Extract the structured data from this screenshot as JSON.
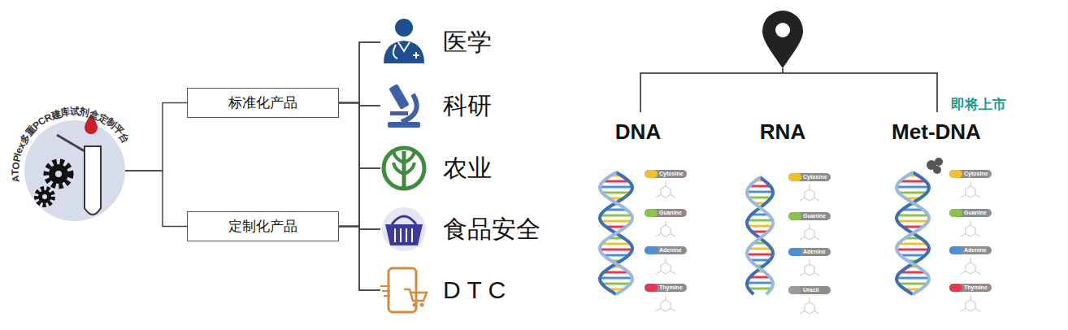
{
  "diagram": {
    "nodes": [
      {
        "text": [
          "ATOPlex多重PCR建库试剂盒定制平台"
        ]
      },
      {
        "text": [
          "标准化产品"
        ]
      },
      {
        "text": [
          "定制化产品"
        ]
      },
      {
        "text": [
          "医学"
        ]
      },
      {
        "text": [
          "科研"
        ]
      },
      {
        "text": [
          "农业"
        ]
      },
      {
        "text": [
          "食品安全"
        ]
      },
      {
        "text": [
          "D T C"
        ]
      }
    ],
    "edges": [
      {
        "from": 0,
        "to": 1,
        "arrow": "none"
      },
      {
        "from": 0,
        "to": 2,
        "arrow": "none"
      },
      {
        "from": 1,
        "to": 3,
        "arrow": "none"
      },
      {
        "from": 1,
        "to": 4,
        "arrow": "none"
      },
      {
        "from": 1,
        "to": 5,
        "arrow": "none"
      },
      {
        "from": 1,
        "to": 6,
        "arrow": "none"
      },
      {
        "from": 1,
        "to": 7,
        "arrow": "none"
      },
      {
        "from": 2,
        "to": 3,
        "arrow": "none"
      },
      {
        "from": 2,
        "to": 4,
        "arrow": "none"
      },
      {
        "from": 2,
        "to": 5,
        "arrow": "none"
      },
      {
        "from": 2,
        "to": 6,
        "arrow": "none"
      },
      {
        "from": 2,
        "to": 7,
        "arrow": "none"
      }
    ],
    "labels": [
      "DNA",
      "RNA",
      "Met-DNA",
      "即将上市",
      "Cytosine",
      "Guanine",
      "Adenine",
      "Thymine",
      "Cytosine",
      "Guanine",
      "Adenine",
      "Uracil",
      "Cytosine",
      "Guanine",
      "Adenine",
      "Thymine"
    ]
  }
}
